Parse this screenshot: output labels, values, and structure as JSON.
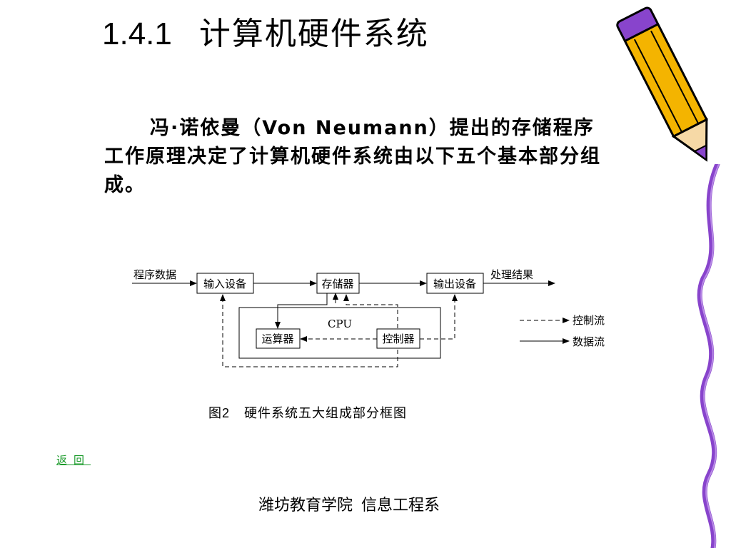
{
  "title": {
    "number": "1.4.1",
    "text": "计算机硬件系统"
  },
  "intro": "冯·诺依曼（Von Neumann）提出的存储程序工作原理决定了计算机硬件系统由以下五个基本部分组成。",
  "diagram": {
    "program_data": "程序数据",
    "input_device": "输入设备",
    "memory": "存储器",
    "output_device": "输出设备",
    "result": "处理结果",
    "cpu": "CPU",
    "alu": "运算器",
    "controller": "控制器",
    "legend_control_flow": "控制流",
    "legend_data_flow": "数据流"
  },
  "caption": {
    "number": "图2",
    "text": "硬件系统五大组成部分框图"
  },
  "return_link": "返回",
  "footer": {
    "school": "潍坊教育学院",
    "department": "信息工程系"
  },
  "colors": {
    "link": "#1a9a2a",
    "pencil_body": "#f4b400",
    "pencil_accent": "#8844cc",
    "spiral": "#8844cc"
  },
  "icons": [
    "pencil-icon",
    "spiral-decoration"
  ]
}
